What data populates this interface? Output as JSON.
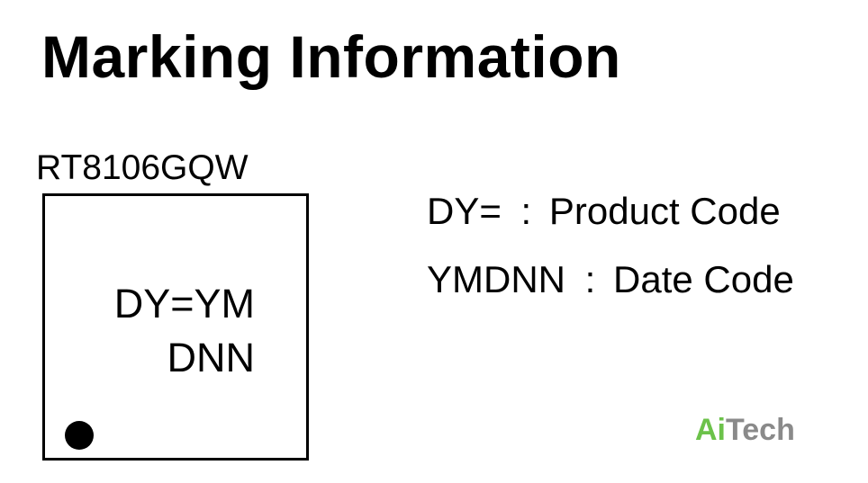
{
  "title": "Marking Information",
  "part_number": "RT8106GQW",
  "chip": {
    "line1": "DY=YM",
    "line2": "DNN"
  },
  "legend": [
    {
      "code": "DY=",
      "separator": ":",
      "description": "Product Code"
    },
    {
      "code": "YMDNN",
      "separator": ":",
      "description": "Date Code"
    }
  ],
  "watermark": {
    "part1": "Ai",
    "part2": "Tech",
    "colors": {
      "part1": "#6cc24a",
      "part2": "#8a8a8a"
    }
  }
}
